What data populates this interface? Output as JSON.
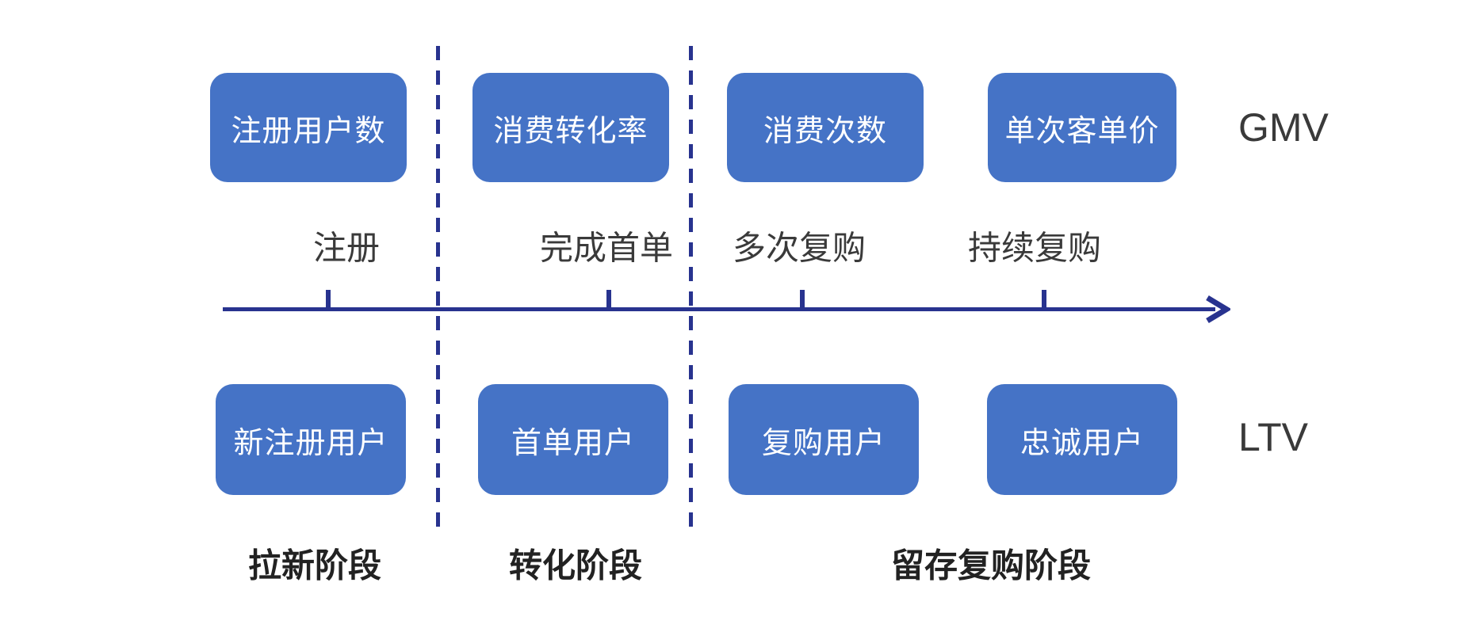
{
  "diagram": {
    "title_implied": "",
    "colors": {
      "background": "#ffffff",
      "box_fill": "#4573C6",
      "box_text": "#ffffff",
      "line": "#28338F",
      "milestone_text": "#3a3a3a",
      "stage_text": "#222222",
      "side_label_text": "#3a3a3a"
    },
    "top_metrics": {
      "side_label": "GMV",
      "boxes": [
        "注册用户数",
        "消费转化率",
        "消费次数",
        "单次客单价"
      ]
    },
    "timeline": {
      "milestones": [
        "注册",
        "完成首单",
        "多次复购",
        "持续复购"
      ]
    },
    "bottom_users": {
      "side_label": "LTV",
      "boxes": [
        "新注册用户",
        "首单用户",
        "复购用户",
        "忠诚用户"
      ]
    },
    "stages": [
      "拉新阶段",
      "转化阶段",
      "留存复购阶段"
    ]
  }
}
